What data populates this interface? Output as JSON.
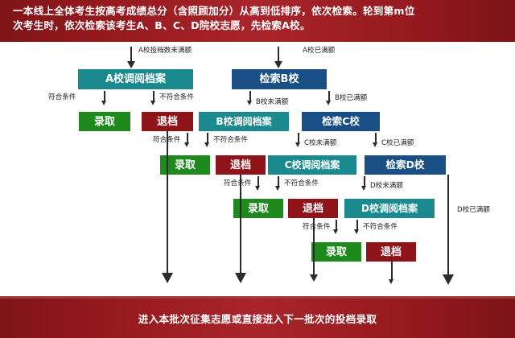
{
  "header": {
    "line1": "一本线上全体考生按高考成绩总分（含照顾加分）从高到低排序，依次检索。轮到第m位",
    "line2": "次考生时，依次检索该考生A、B、C、D院校志愿，先检索A校。"
  },
  "footer": {
    "text": "进入本批次征集志愿或直接进入下一批次的投档录取"
  },
  "boxes": {
    "a_review": "A校调阅档案",
    "b_search": "检索B校",
    "a_admit": "录取",
    "a_reject": "退档",
    "b_review": "B校调阅档案",
    "c_search": "检索C校",
    "b_admit": "录取",
    "b_reject": "退档",
    "c_review": "C校调阅档案",
    "d_search": "检索D校",
    "c_admit": "录取",
    "c_reject": "退档",
    "d_review": "D校调阅档案",
    "d_admit": "录取",
    "d_reject": "退档"
  },
  "labels": {
    "a_not_full": "A校投档数未满额",
    "a_full": "A校已满额",
    "a_meet": "符合条件",
    "a_not_meet": "不符合条件",
    "b_not_full": "B校未满额",
    "b_full": "B校已满额",
    "b_meet": "符合条件",
    "b_not_meet": "不符合条件",
    "c_not_full": "C校未满额",
    "c_full": "C校已满额",
    "c_meet": "符合条件",
    "c_not_meet": "不符合条件",
    "d_not_full": "D校未满额",
    "d_full": "D校已满额",
    "d_meet": "符合条件",
    "d_not_meet": "不符合条件"
  },
  "colors": {
    "banner": "#93181c",
    "review_box": "#1b8a8f",
    "search_box": "#1a4f86",
    "admit_box": "#1e8a1e",
    "reject_box": "#8e1419",
    "connector": "#2b2b2b"
  }
}
